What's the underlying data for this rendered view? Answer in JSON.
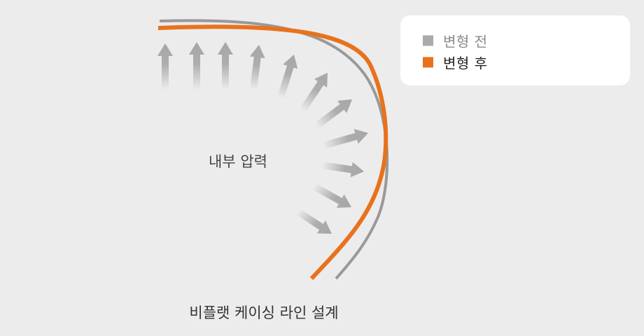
{
  "legend": {
    "items": [
      {
        "label": "변형 전",
        "color": "#aaaaaa"
      },
      {
        "label": "변형 후",
        "color": "#e8721c"
      }
    ]
  },
  "diagram": {
    "center_label": "내부 압력",
    "caption": "비플랫 케이싱 라인 설계",
    "pressure_arrow_count": 11,
    "before_line_color": "#999999",
    "after_line_color": "#e8721c",
    "arrow_color": "#a6a6a6",
    "background": "#ececec"
  }
}
